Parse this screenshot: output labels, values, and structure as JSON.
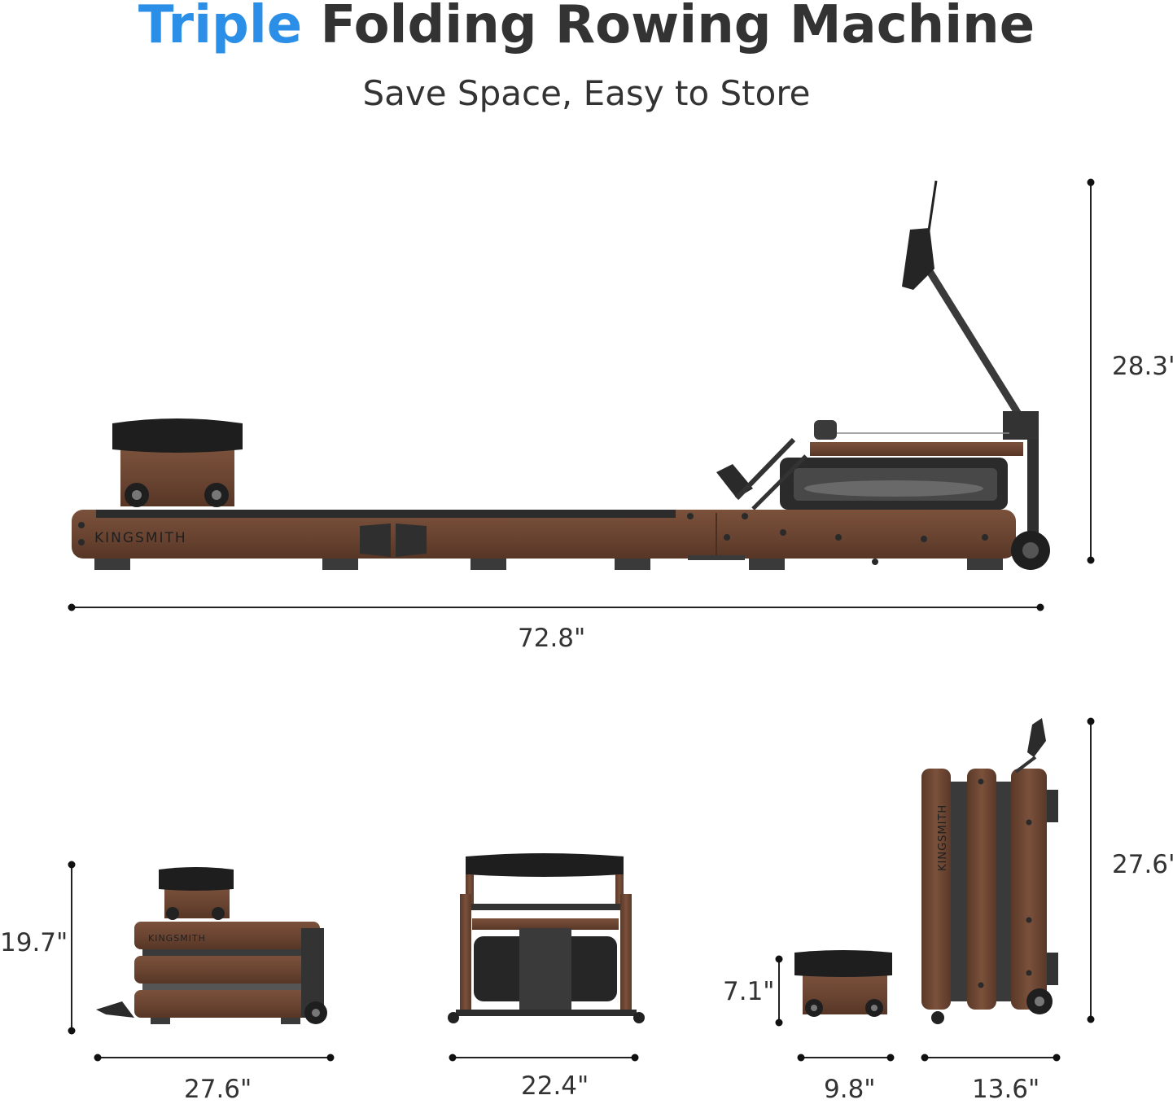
{
  "title": {
    "accent": "Triple",
    "rest": "Folding Rowing Machine"
  },
  "subtitle": "Save Space, Easy to Store",
  "brand": "KINGSMITH",
  "colors": {
    "accent": "#2b8fe8",
    "wood": "#6b4532",
    "frame": "#2d2d2d"
  },
  "dimensions": {
    "full_length": "72.8\"",
    "full_height": "28.3\"",
    "folded_height": "19.7\"",
    "folded_length": "27.6\"",
    "folded_width": "22.4\"",
    "seat_height": "7.1\"",
    "seat_width": "9.8\"",
    "upright_height": "27.6\"",
    "upright_depth": "13.6\""
  }
}
